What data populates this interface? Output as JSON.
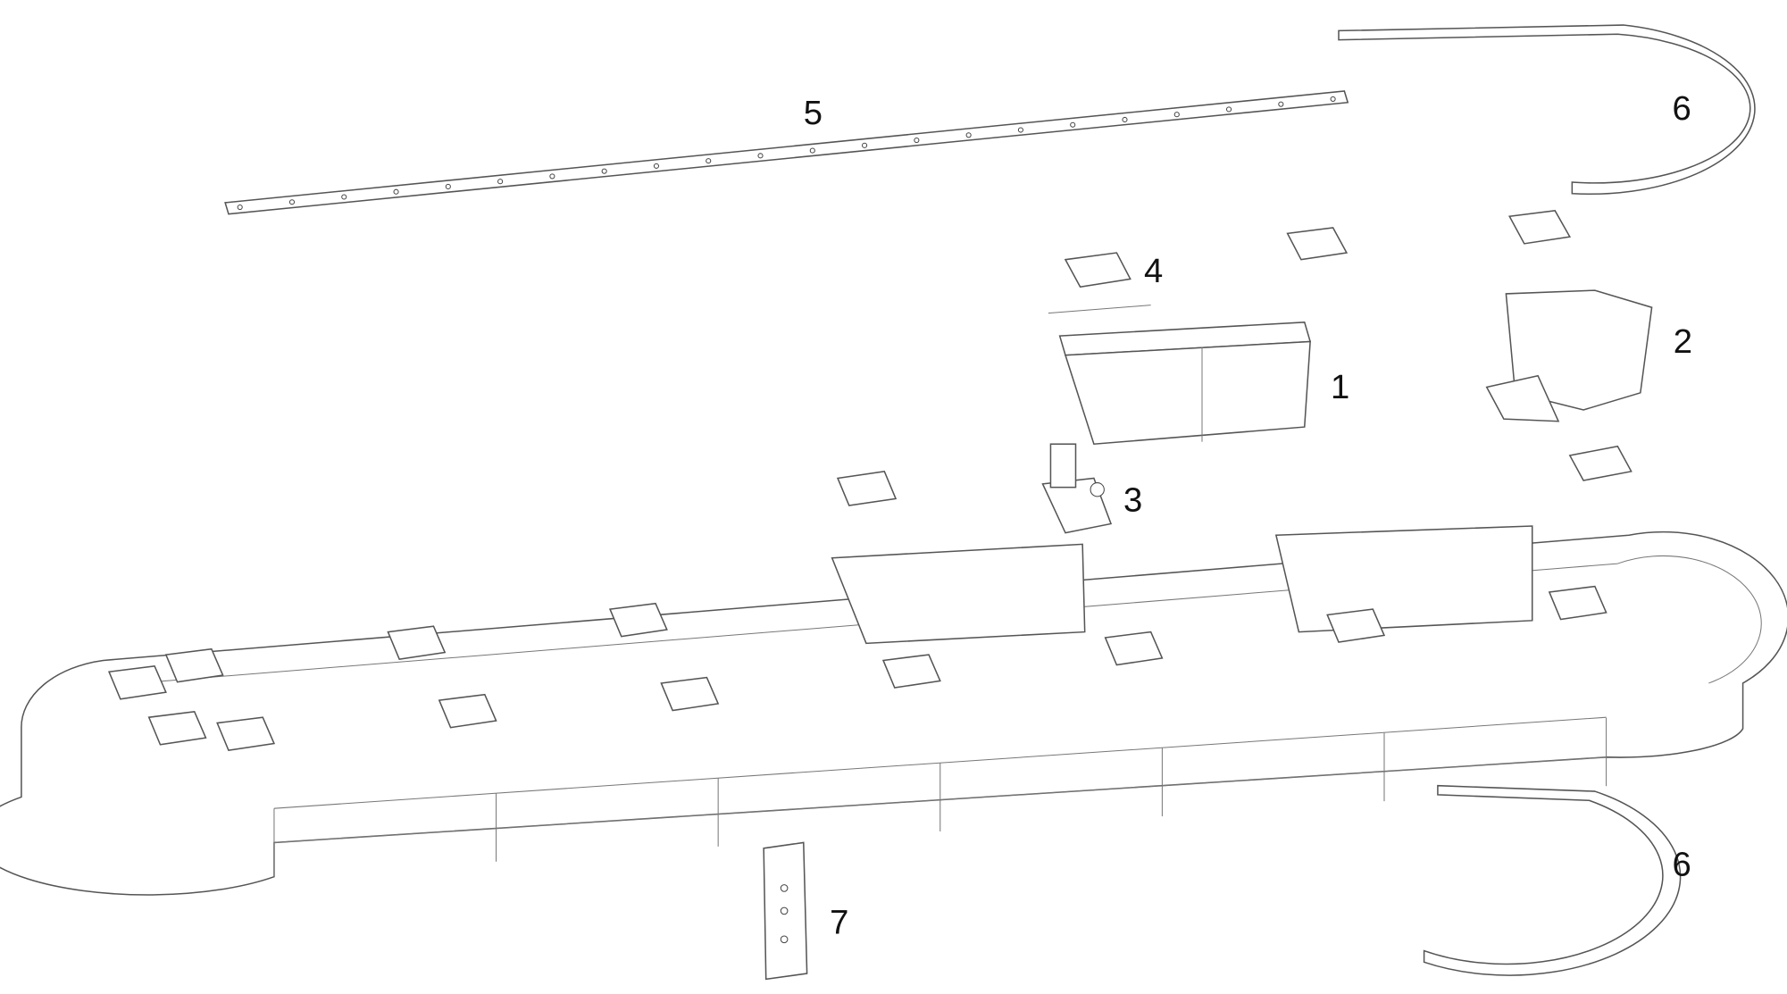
{
  "diagram": {
    "type": "exploded-view",
    "callouts": [
      {
        "id": "1",
        "label": "1"
      },
      {
        "id": "2",
        "label": "2"
      },
      {
        "id": "3",
        "label": "3"
      },
      {
        "id": "4",
        "label": "4"
      },
      {
        "id": "5",
        "label": "5"
      },
      {
        "id": "6a",
        "label": "6"
      },
      {
        "id": "6b",
        "label": "6"
      },
      {
        "id": "7",
        "label": "7"
      }
    ],
    "colors": {
      "line": "#555555",
      "background": "#ffffff"
    }
  }
}
